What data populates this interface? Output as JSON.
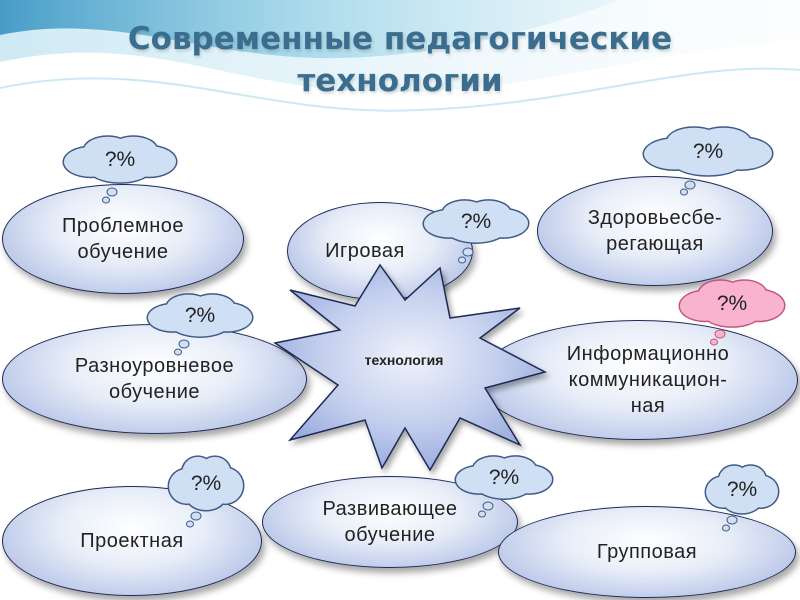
{
  "title": {
    "line1": "Современные педагогические",
    "line2": "технологии"
  },
  "center": {
    "label": "технология"
  },
  "technologies": [
    {
      "id": "problem",
      "label": "Проблемное\nобучение",
      "badge": "?%"
    },
    {
      "id": "game",
      "label": "Игровая",
      "badge": "?%"
    },
    {
      "id": "health",
      "label": "Здоровьесбе-\nрегающая",
      "badge": "?%"
    },
    {
      "id": "multilevel",
      "label": "Разноуровневое\nобучение",
      "badge": "?%"
    },
    {
      "id": "ict",
      "label": "Информационно\nкоммуникацион-\nная",
      "badge": "?%"
    },
    {
      "id": "project",
      "label": "Проектная",
      "badge": "?%"
    },
    {
      "id": "developing",
      "label": "Развивающее\nобучение",
      "badge": "?%"
    },
    {
      "id": "group",
      "label": "Групповая",
      "badge": "?%"
    }
  ],
  "colors": {
    "title": "#3a6d8e",
    "oval_fill": "#b9c6e8",
    "oval_border": "#1f2a55",
    "star_fill": "#a6b6e4",
    "cloud_fill": "#cfe0f5",
    "cloud_highlight_fill": "#f9b3cf",
    "waves": "#4ca6c8"
  },
  "icons": {
    "center_shape": "star-burst",
    "badge_shape": "thought-cloud"
  }
}
